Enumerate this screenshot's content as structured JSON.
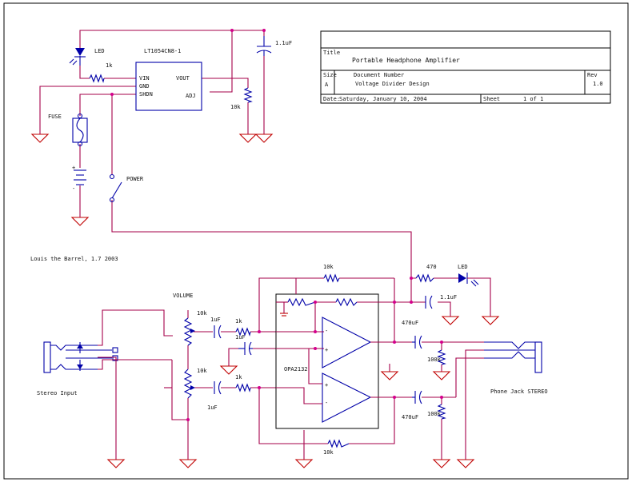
{
  "title_block": {
    "title_label": "Title",
    "title": "Portable Headphone Amplifier",
    "size_label": "Size",
    "size": "A",
    "document_label": "Document Number",
    "document": "Voltage Divider Design",
    "rev_label": "Rev",
    "rev": "1.0",
    "date_label": "Date:",
    "date": "Saturday, January 10, 2004",
    "sheet_label": "Sheet",
    "sheet": "1 of 1"
  },
  "power_section": {
    "led_label": "LED",
    "r1_label": "1k",
    "regulator_label": "LT1054CN8-1",
    "pin_vin": "VIN",
    "pin_vout": "VOUT",
    "pin_adj": "ADJ",
    "pin_shdn": "SHDN",
    "pin_gnd": "GND",
    "cap_label": "1.1uF",
    "r2_label": "10k",
    "fuse_label": "FUSE",
    "battery_plus": "+",
    "battery_minus": "-",
    "switch_label": "POWER"
  },
  "audio_section": {
    "header_note": "Louis the Barrel, 1.7 2003",
    "vol_label": "VOLUME",
    "pot1_label": "10k",
    "pot2_label": "10k",
    "cin1_label": "1uF",
    "cin2_label": "1uF",
    "rin1_label": "1k",
    "rin2_label": "1k",
    "cbias_label": "1uF",
    "rfb_top_label": "10k",
    "rfb_bot_label": "10k",
    "rled_label": "470",
    "led2_label": "LED",
    "cdec_label": "1.1uF",
    "opamp_label": "OPA2132",
    "cout1_label": "470uF",
    "cout2_label": "470uF",
    "rload1_label": "100k",
    "rload2_label": "100k",
    "input_label": "Stereo Input",
    "output_label": "Phone Jack STEREO"
  },
  "colors": {
    "wire": "#a5004a",
    "component": "#0000a8",
    "ground": "#c00000",
    "junction": "#d4008c",
    "frame": "#000000"
  }
}
